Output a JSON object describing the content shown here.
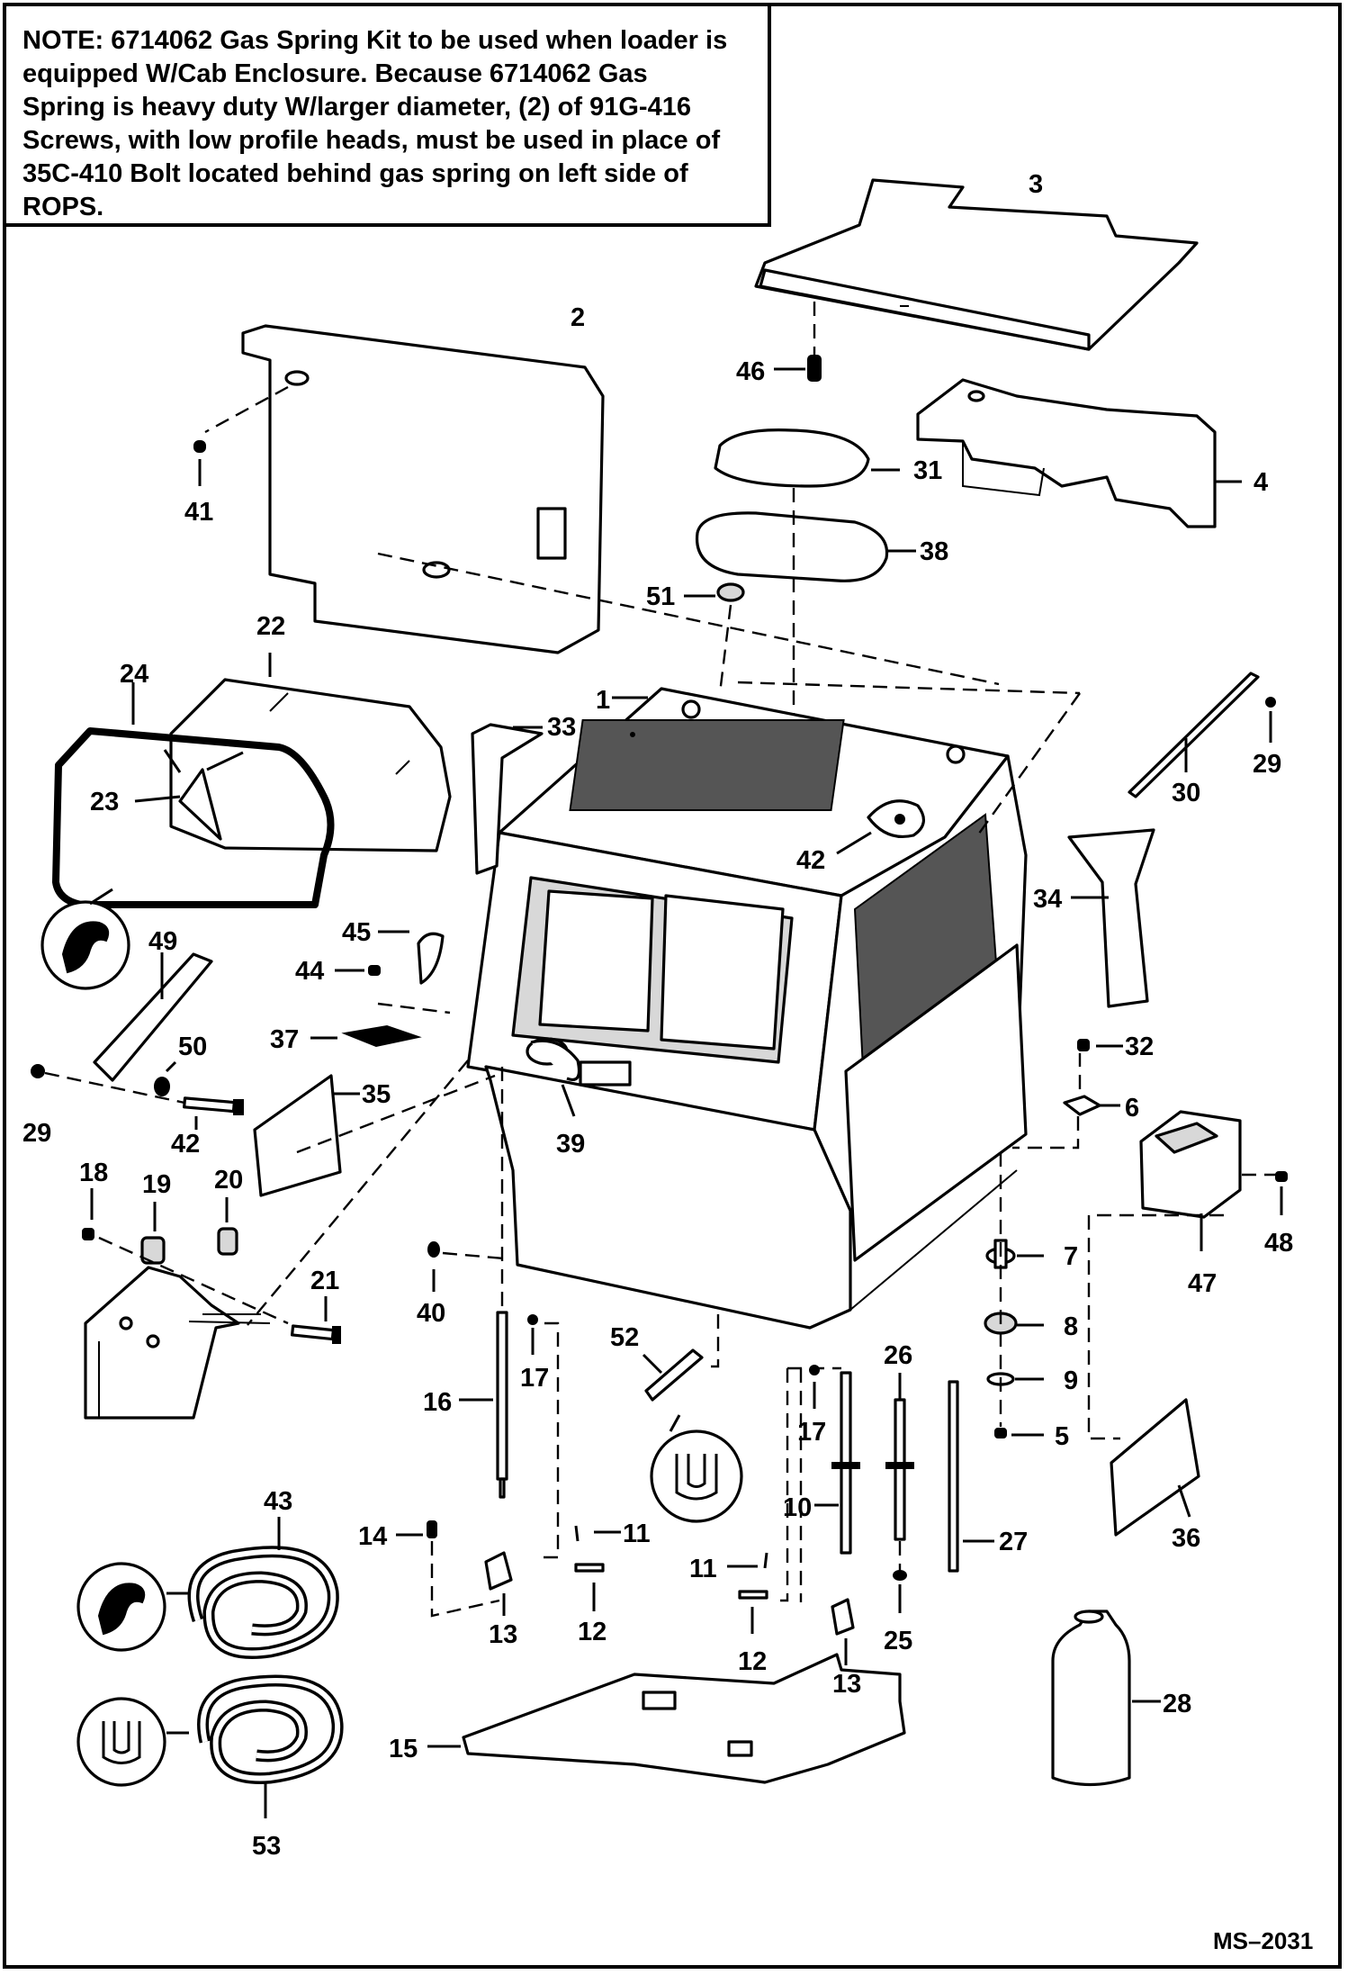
{
  "note": {
    "lines": [
      "NOTE: 6714062 Gas Spring Kit to be used when loader is",
      "equipped W/Cab Enclosure. Because 6714062 Gas",
      "Spring is heavy duty W/larger diameter, (2) of 91G-416",
      "Screws, with low profile heads, must be used in place of",
      "35C-410 Bolt located behind gas spring on left side of",
      "ROPS."
    ]
  },
  "reference": "MS–2031",
  "callouts": {
    "c1": "1",
    "c2": "2",
    "c3": "3",
    "c4": "4",
    "c5": "5",
    "c6": "6",
    "c7": "7",
    "c8": "8",
    "c9": "9",
    "c10": "10",
    "c11a": "11",
    "c11b": "11",
    "c12a": "12",
    "c12b": "12",
    "c13a": "13",
    "c13b": "13",
    "c14": "14",
    "c15": "15",
    "c16": "16",
    "c17a": "17",
    "c17b": "17",
    "c18": "18",
    "c19": "19",
    "c20": "20",
    "c21": "21",
    "c22": "22",
    "c23": "23",
    "c24": "24",
    "c25": "25",
    "c26": "26",
    "c27": "27",
    "c28": "28",
    "c29a": "29",
    "c29b": "29",
    "c30": "30",
    "c31": "31",
    "c32": "32",
    "c33": "33",
    "c34": "34",
    "c35": "35",
    "c36": "36",
    "c37": "37",
    "c38": "38",
    "c39": "39",
    "c40": "40",
    "c41": "41",
    "c42a": "42",
    "c42b": "42",
    "c43": "43",
    "c44": "44",
    "c45": "45",
    "c46": "46",
    "c47": "47",
    "c48": "48",
    "c49": "49",
    "c50": "50",
    "c51": "51",
    "c52": "52",
    "c53": "53"
  }
}
